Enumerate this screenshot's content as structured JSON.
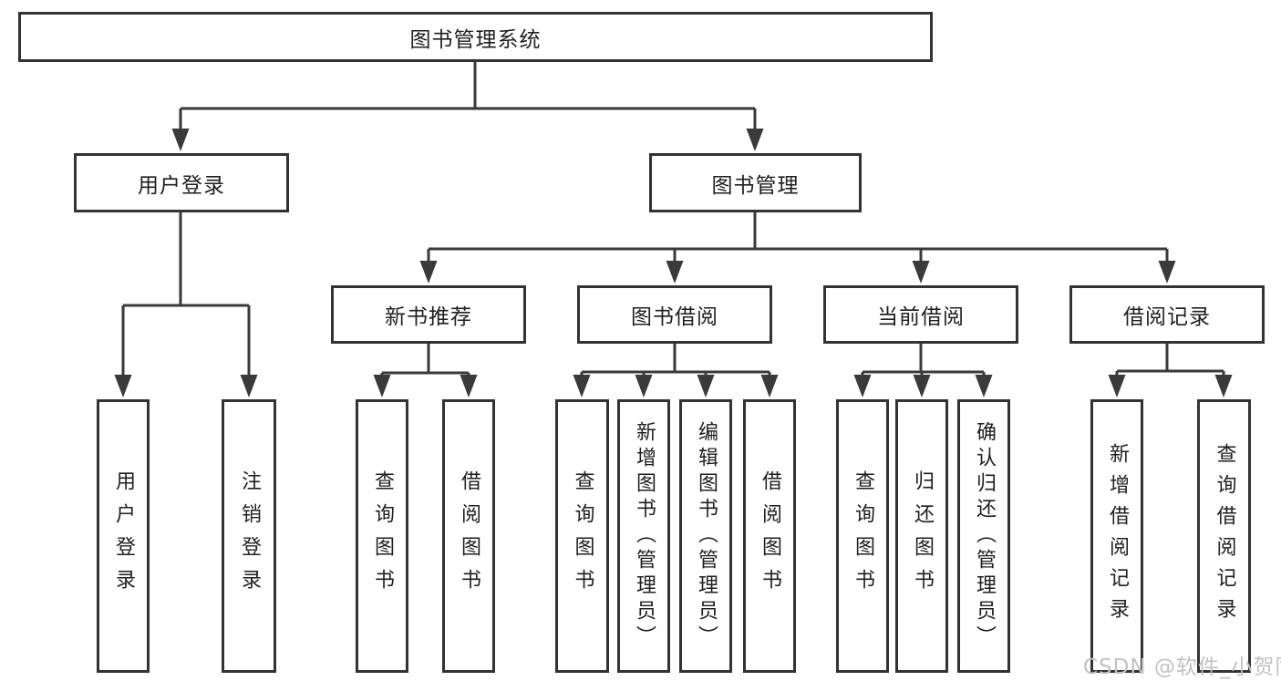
{
  "diagram": {
    "root": {
      "label": "图书管理系统"
    },
    "level2": [
      {
        "id": "user-login",
        "label": "用户登录"
      },
      {
        "id": "book-management",
        "label": "图书管理"
      }
    ],
    "level3": [
      {
        "id": "new-book-recommend",
        "label": "新书推荐",
        "parent": "图书管理"
      },
      {
        "id": "book-borrowing",
        "label": "图书借阅",
        "parent": "图书管理"
      },
      {
        "id": "current-borrowing",
        "label": "当前借阅",
        "parent": "图书管理"
      },
      {
        "id": "borrowing-records",
        "label": "借阅记录",
        "parent": "图书管理"
      }
    ],
    "leaves": [
      {
        "id": "leaf-user-login",
        "label": "用户登录",
        "parent": "用户登录"
      },
      {
        "id": "leaf-logout-login",
        "label": "注销登录",
        "parent": "用户登录"
      },
      {
        "id": "leaf-query-books-newrec",
        "label": "查询图书",
        "parent": "新书推荐"
      },
      {
        "id": "leaf-borrow-books-newrec",
        "label": "借阅图书",
        "parent": "新书推荐"
      },
      {
        "id": "leaf-query-books-borrow",
        "label": "查询图书",
        "parent": "图书借阅"
      },
      {
        "id": "leaf-add-book-admin",
        "label": "新增图书（管理员）",
        "parent": "图书借阅"
      },
      {
        "id": "leaf-edit-book-admin",
        "label": "编辑图书（管理员）",
        "parent": "图书借阅"
      },
      {
        "id": "leaf-borrow-books-borrow",
        "label": "借阅图书",
        "parent": "图书借阅"
      },
      {
        "id": "leaf-query-books-current",
        "label": "查询图书",
        "parent": "当前借阅"
      },
      {
        "id": "leaf-return-book",
        "label": "归还图书",
        "parent": "当前借阅"
      },
      {
        "id": "leaf-confirm-return-admin",
        "label": "确认归还（管理员）",
        "parent": "当前借阅"
      },
      {
        "id": "leaf-add-borrow-record",
        "label": "新增借阅记录",
        "parent": "借阅记录"
      },
      {
        "id": "leaf-query-borrow-record",
        "label": "查询借阅记录",
        "parent": "借阅记录"
      }
    ]
  },
  "watermark": {
    "text": "CSDN @软件_小贺同学"
  },
  "colors": {
    "background": "#ffffff",
    "border": "#333333",
    "line": "#3a3a3a",
    "text": "#1f1f1f",
    "watermark": "#c2c2c2"
  }
}
